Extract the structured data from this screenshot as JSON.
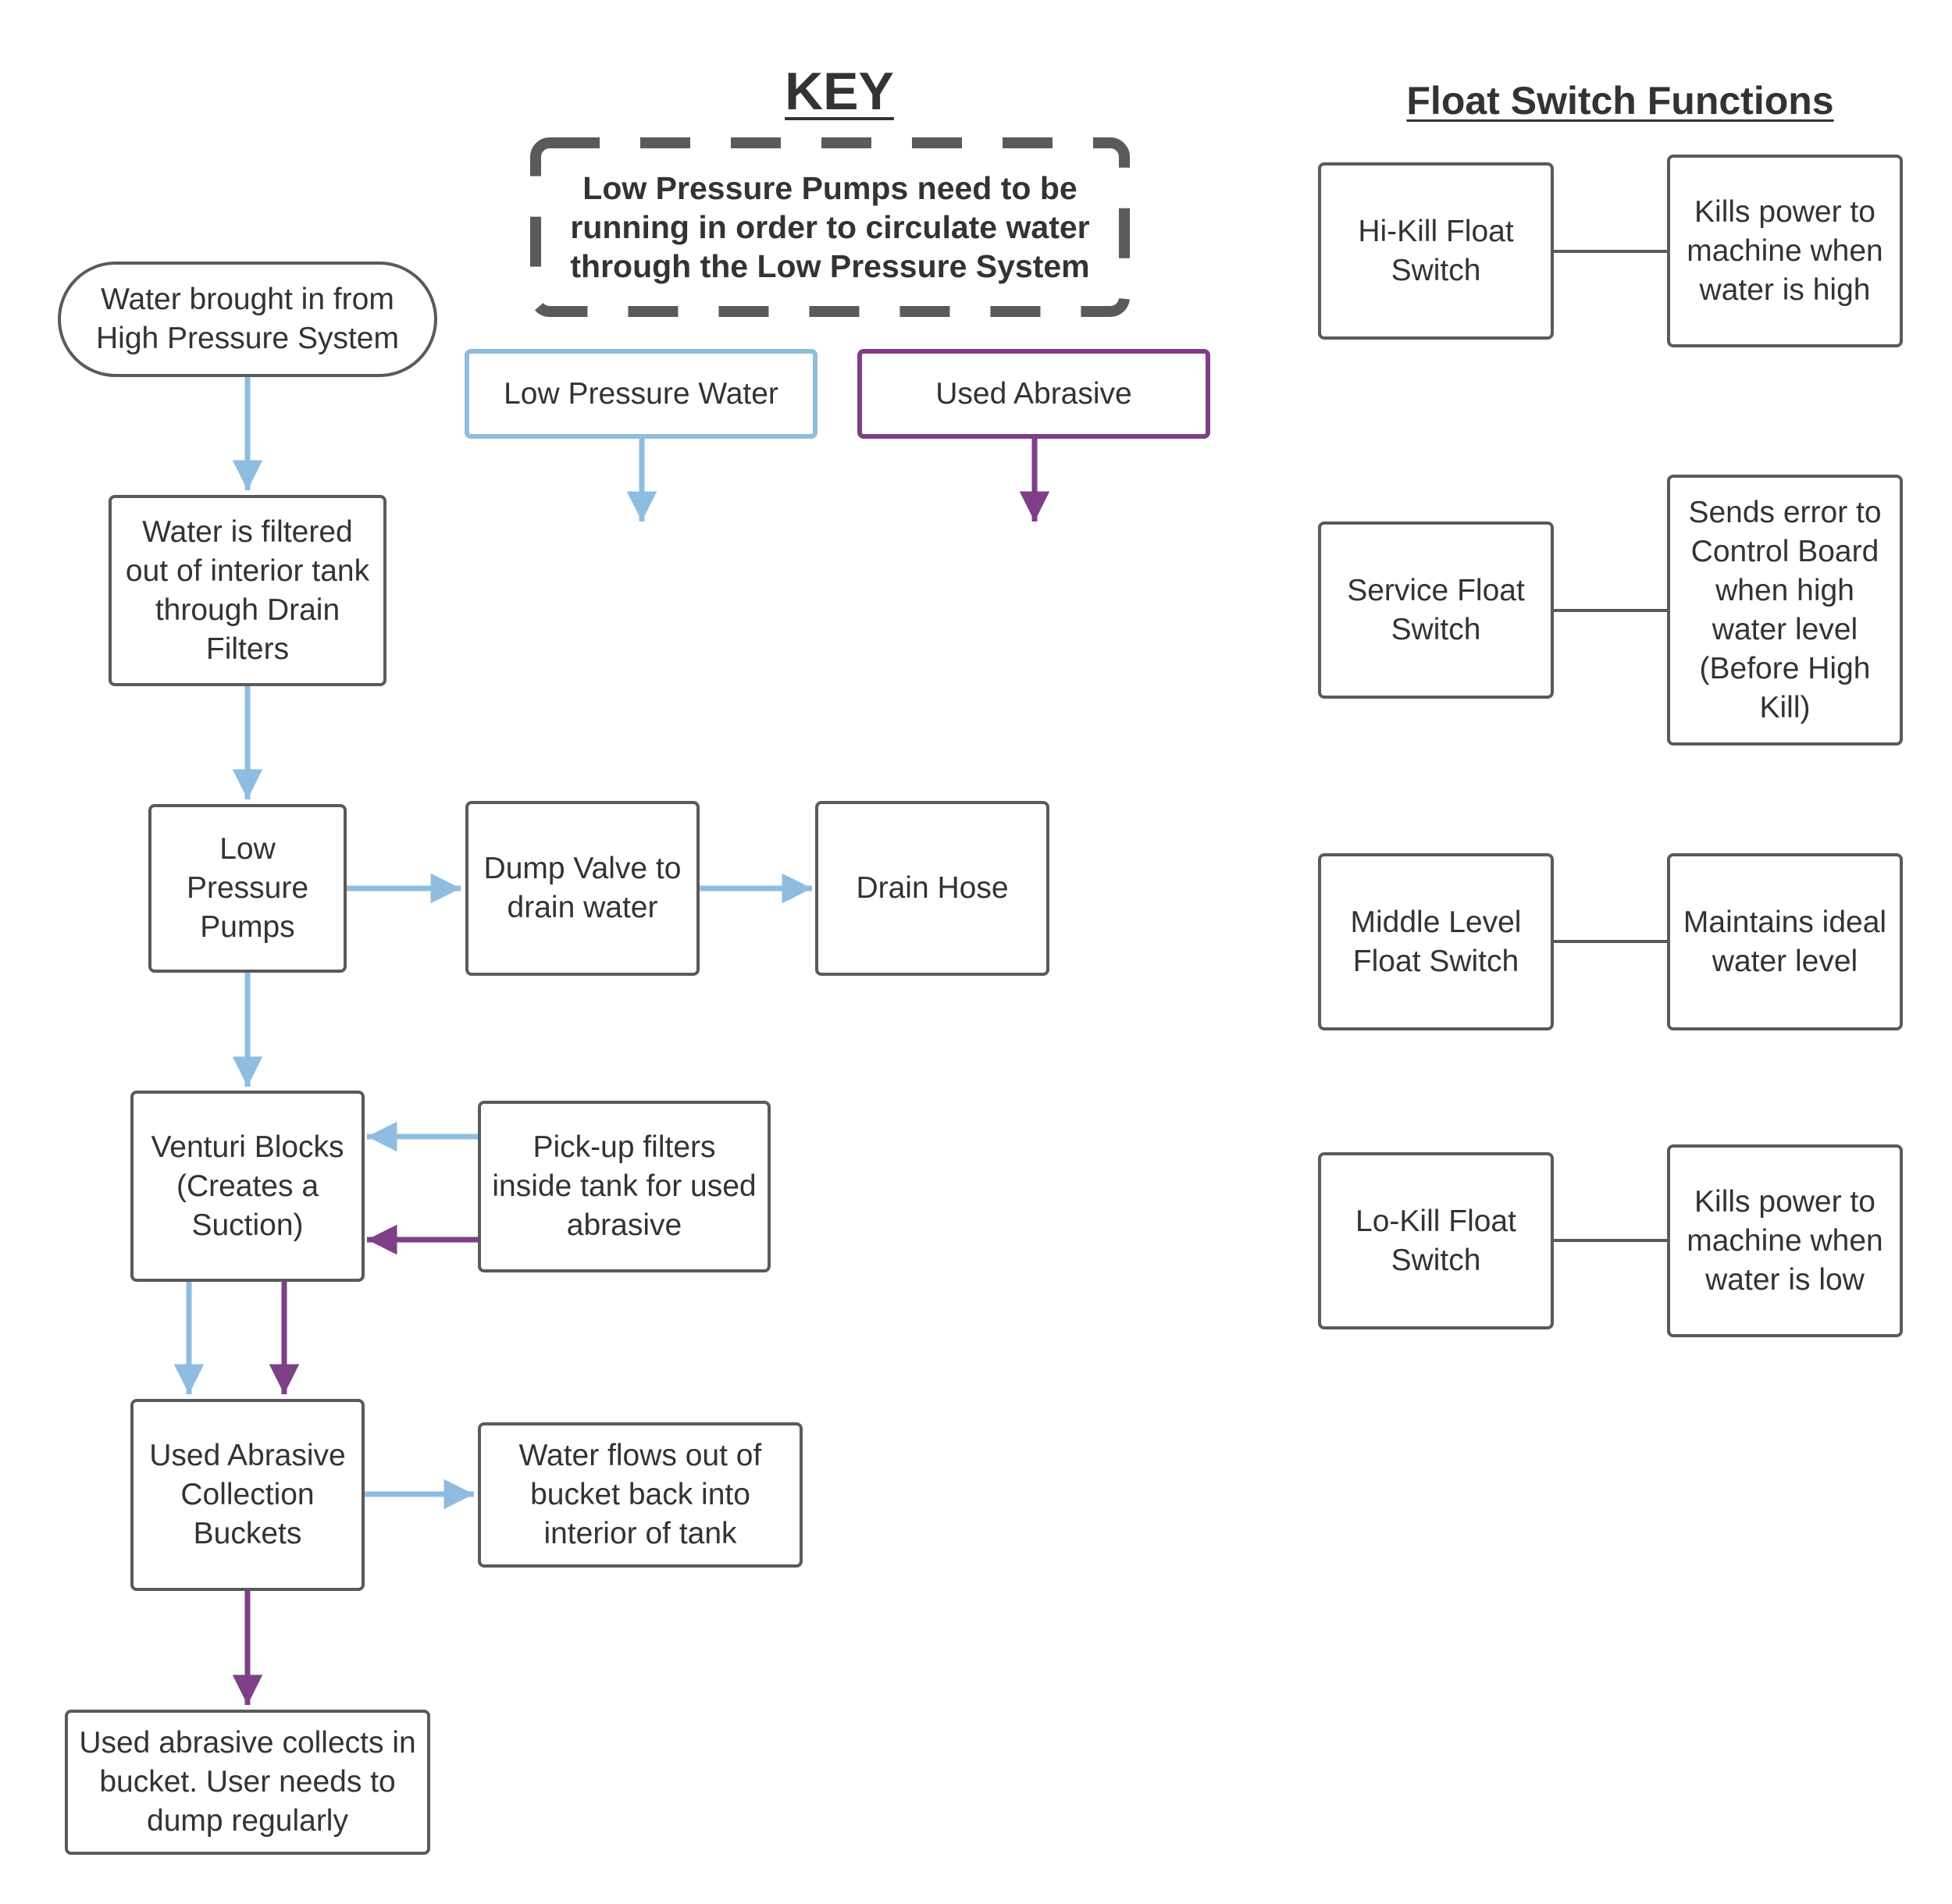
{
  "key": {
    "title": "KEY",
    "notice": "Low Pressure Pumps need to be running in order to circulate water through the Low Pressure System",
    "legend": [
      {
        "label": "Low Pressure Water",
        "color": "#8fbde0"
      },
      {
        "label": "Used Abrasive",
        "color": "#7e3f87"
      }
    ]
  },
  "flow": {
    "start": "Water brought in from High Pressure System",
    "filter": "Water is filtered out of interior tank through Drain Filters",
    "pumps": "Low Pressure Pumps",
    "dump_valve": "Dump Valve to drain water",
    "drain_hose": "Drain Hose",
    "venturi": "Venturi Blocks (Creates a Suction)",
    "pickup": "Pick-up filters inside tank for used abrasive",
    "buckets": "Used Abrasive Collection Buckets",
    "water_out": "Water flows out of bucket back into interior of tank",
    "collects": "Used abrasive collects in bucket. User needs to dump regularly"
  },
  "float_switch_functions": {
    "title": "Float Switch Functions",
    "rows": [
      {
        "switch": "Hi-Kill Float Switch",
        "function": "Kills power to machine when water is high"
      },
      {
        "switch": "Service Float Switch",
        "function": "Sends error to Control Board when high water level (Before High Kill)"
      },
      {
        "switch": "Middle Level Float Switch",
        "function": "Maintains ideal water level"
      },
      {
        "switch": "Lo-Kill Float Switch",
        "function": "Kills power to machine when water is low"
      }
    ]
  },
  "colors": {
    "low_pressure_water": "#8fbde0",
    "used_abrasive": "#7e3f87",
    "box_border": "#5a5a5a",
    "text": "#333333"
  }
}
